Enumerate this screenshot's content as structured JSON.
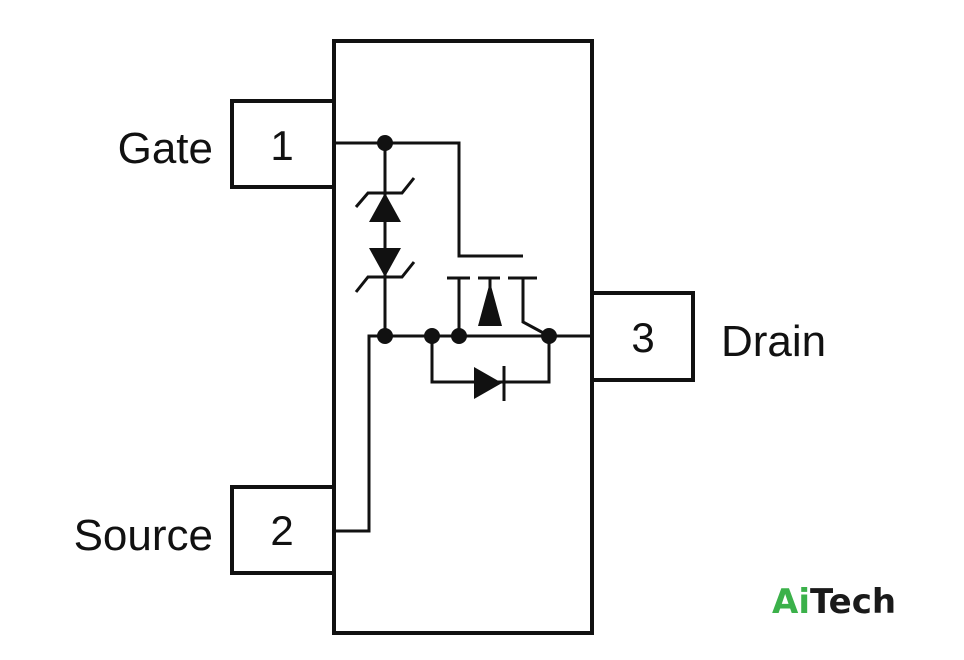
{
  "pins": [
    {
      "number": "1",
      "label": "Gate"
    },
    {
      "number": "2",
      "label": "Source"
    },
    {
      "number": "3",
      "label": "Drain"
    }
  ],
  "watermark": {
    "part1": "Ai",
    "part2": "Tech",
    "part1_color": "#3bb14a",
    "part2_color": "#1a1a1a"
  },
  "colors": {
    "stroke": "#111111",
    "background": "#ffffff"
  },
  "components": {
    "zener_diodes": "back-to-back-zener-icon",
    "mosfet": "n-channel-mosfet-icon",
    "body_diode": "body-diode-icon"
  }
}
